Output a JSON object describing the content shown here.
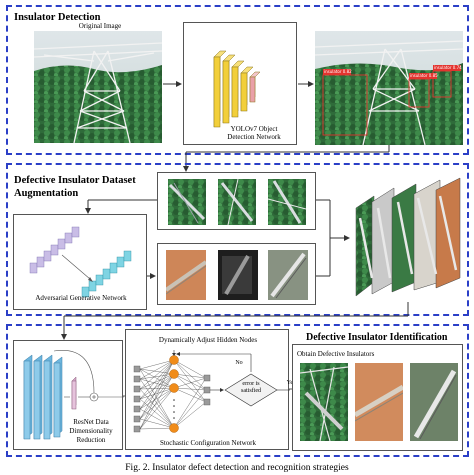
{
  "stage1": {
    "title": "Insulator Detection",
    "original_label": "Original Image",
    "network_label_line1": "YOLOv7 Object",
    "network_label_line2": "Detection Network",
    "detection_badges": [
      "insulator 0.82",
      "insulator 0.85",
      "insulator 0.74"
    ]
  },
  "stage2": {
    "title_line1": "Defective Insulator Dataset",
    "title_line2": "Augmentation",
    "gan_label": "Adversarial Generative Network"
  },
  "stage3": {
    "title": "Defective Insulator Identification",
    "resnet_line1": "ResNet Data",
    "resnet_line2": "Dimensionality",
    "resnet_line3": "Reduction",
    "adjust_label": "Dynamically Adjust Hidden Nodes",
    "no_label": "No",
    "yes_label": "Yes",
    "decision_line1": "error is",
    "decision_line2": "satisfied",
    "scn_label": "Stochastic Configuration Network",
    "obtain_label": "Obtain Defective Insulators"
  },
  "caption": "Fig. 2. Insulator defect detection and recognition strategies",
  "colors": {
    "dashed_border": "#2b3fc7",
    "yolo_yellow": "#f2cf3a",
    "yolo_pink": "#e9a0a8",
    "gan_lavender": "#c9bde6",
    "gan_cyan": "#7fd4e3",
    "resnet_blue": "#8ecbea",
    "node_orange": "#f08c1a",
    "detection_red": "#e3342f"
  }
}
